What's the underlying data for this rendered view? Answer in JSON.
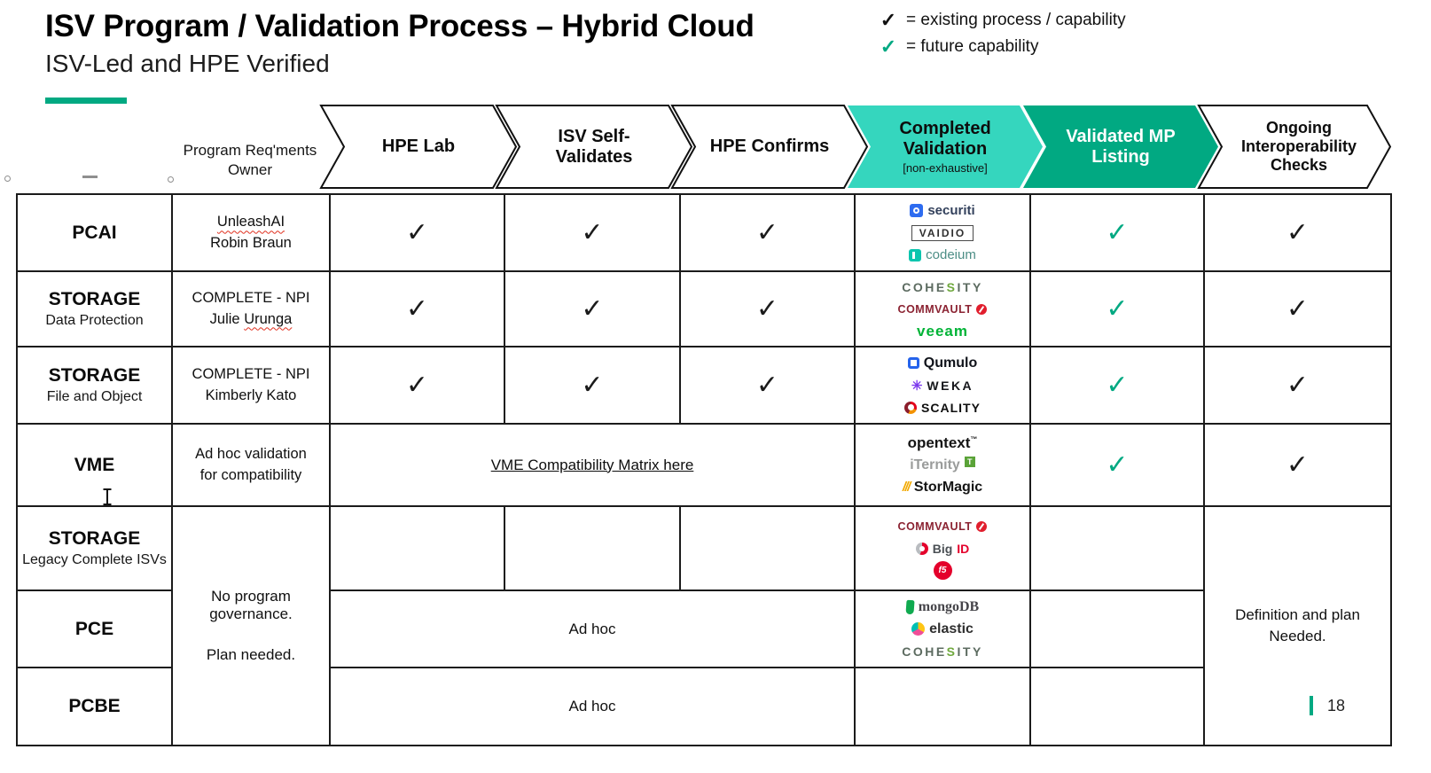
{
  "slide": {
    "title": "ISV Program / Validation Process – Hybrid Cloud",
    "subtitle": "ISV-Led and HPE Verified",
    "page_number": "18"
  },
  "legend": {
    "check": "✓",
    "existing_label": "= existing process / capability",
    "future_label": "= future capability"
  },
  "colors": {
    "accent_teal": "#01A982",
    "stage_light_teal": "#35D6BE",
    "stage_dark_teal": "#01A982",
    "future_check_green": "#01A982",
    "existing_check_black": "#1b1b1b"
  },
  "glyphs": {
    "check": "✓"
  },
  "header": {
    "owner_column_label": "Program Req'ments Owner",
    "stages": [
      {
        "line1": "HPE Lab"
      },
      {
        "line1": "ISV Self-",
        "line2": "Validates"
      },
      {
        "line1": "HPE Confirms"
      },
      {
        "line1": "Completed",
        "line2": "Validation",
        "note": "[non-exhaustive]"
      },
      {
        "line1": "Validated MP",
        "line2": "Listing"
      },
      {
        "line1": "Ongoing",
        "line2": "Interoperability",
        "line3": "Checks"
      }
    ]
  },
  "rows": {
    "pcai": {
      "label": "PCAI",
      "owner_line1": "UnleashAI",
      "owner_line2": "Robin Braun"
    },
    "storage_dp": {
      "label": "STORAGE",
      "sublabel": "Data Protection",
      "owner_line1": "COMPLETE - NPI",
      "owner_line2_name": "Julie ",
      "owner_line2_flagged": "Urunga"
    },
    "storage_fo": {
      "label": "STORAGE",
      "sublabel": "File and Object",
      "owner_line1": "COMPLETE - NPI",
      "owner_line2": "Kimberly Kato"
    },
    "vme": {
      "label": "VME",
      "owner_line1": "Ad hoc validation",
      "owner_line2": "for compatibility",
      "link_label": "VME Compatibility Matrix here"
    },
    "storage_legacy": {
      "label": "STORAGE",
      "sublabel": "Legacy Complete ISVs"
    },
    "pce": {
      "label": "PCE",
      "adhoc_label": "Ad hoc"
    },
    "pcbe": {
      "label": "PCBE",
      "adhoc_label": "Ad hoc"
    },
    "shared_owner_text1": "No program governance.",
    "shared_owner_text2": "Plan needed.",
    "shared_ongoing_text": "Definition and plan Needed."
  },
  "logos": {
    "securiti": "securiti",
    "vaidio": "VAIDIO",
    "codeium": "codeium",
    "cohesity_a": "COHE",
    "cohesity_s": "S",
    "cohesity_b": "ITY",
    "commvault": "COMMVAULT",
    "veeam": "veeam",
    "qumulo": "Qumulo",
    "weka": "WEKA",
    "scality": "SCALITY",
    "opentext": "opentext",
    "iternity": "iTernity",
    "stormagic": "StorMagic",
    "big": "Big",
    "id": "ID",
    "f5": "f5",
    "mongodb": "mongoDB",
    "elastic": "elastic"
  }
}
